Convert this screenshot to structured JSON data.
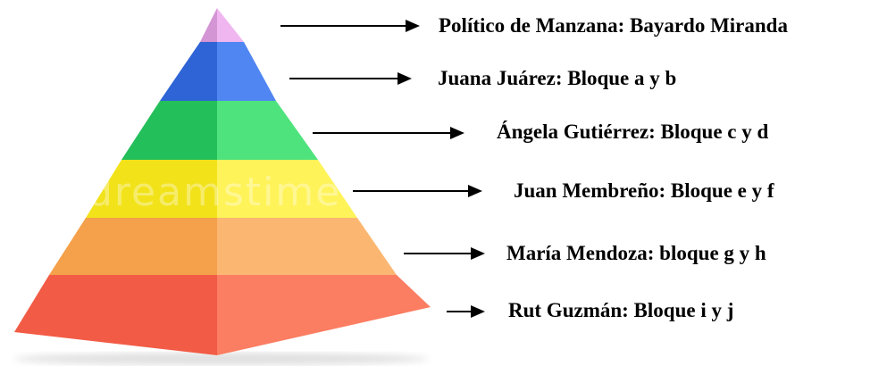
{
  "watermark": "dreamstime",
  "colors": {
    "tier_left": [
      "#d495d4",
      "#2f64d6",
      "#23bf5a",
      "#f2e21a",
      "#f5a04a",
      "#f25b45"
    ],
    "tier_right": [
      "#f0b6f0",
      "#4f86f2",
      "#4ee37c",
      "#fff35a",
      "#fbb772",
      "#fb7d62"
    ],
    "arrow": "#000000",
    "text": "#000000"
  },
  "tiers": [
    {
      "label": "Político de Manzana: Bayardo Miranda"
    },
    {
      "label": "Juana Juárez: Bloque a y b"
    },
    {
      "label": "Ángela Gutiérrez: Bloque c y d"
    },
    {
      "label": "Juan Membreño: Bloque e y f"
    },
    {
      "label": "María Mendoza: bloque g y h"
    },
    {
      "label": "Rut Guzmán: Bloque i y j"
    }
  ]
}
